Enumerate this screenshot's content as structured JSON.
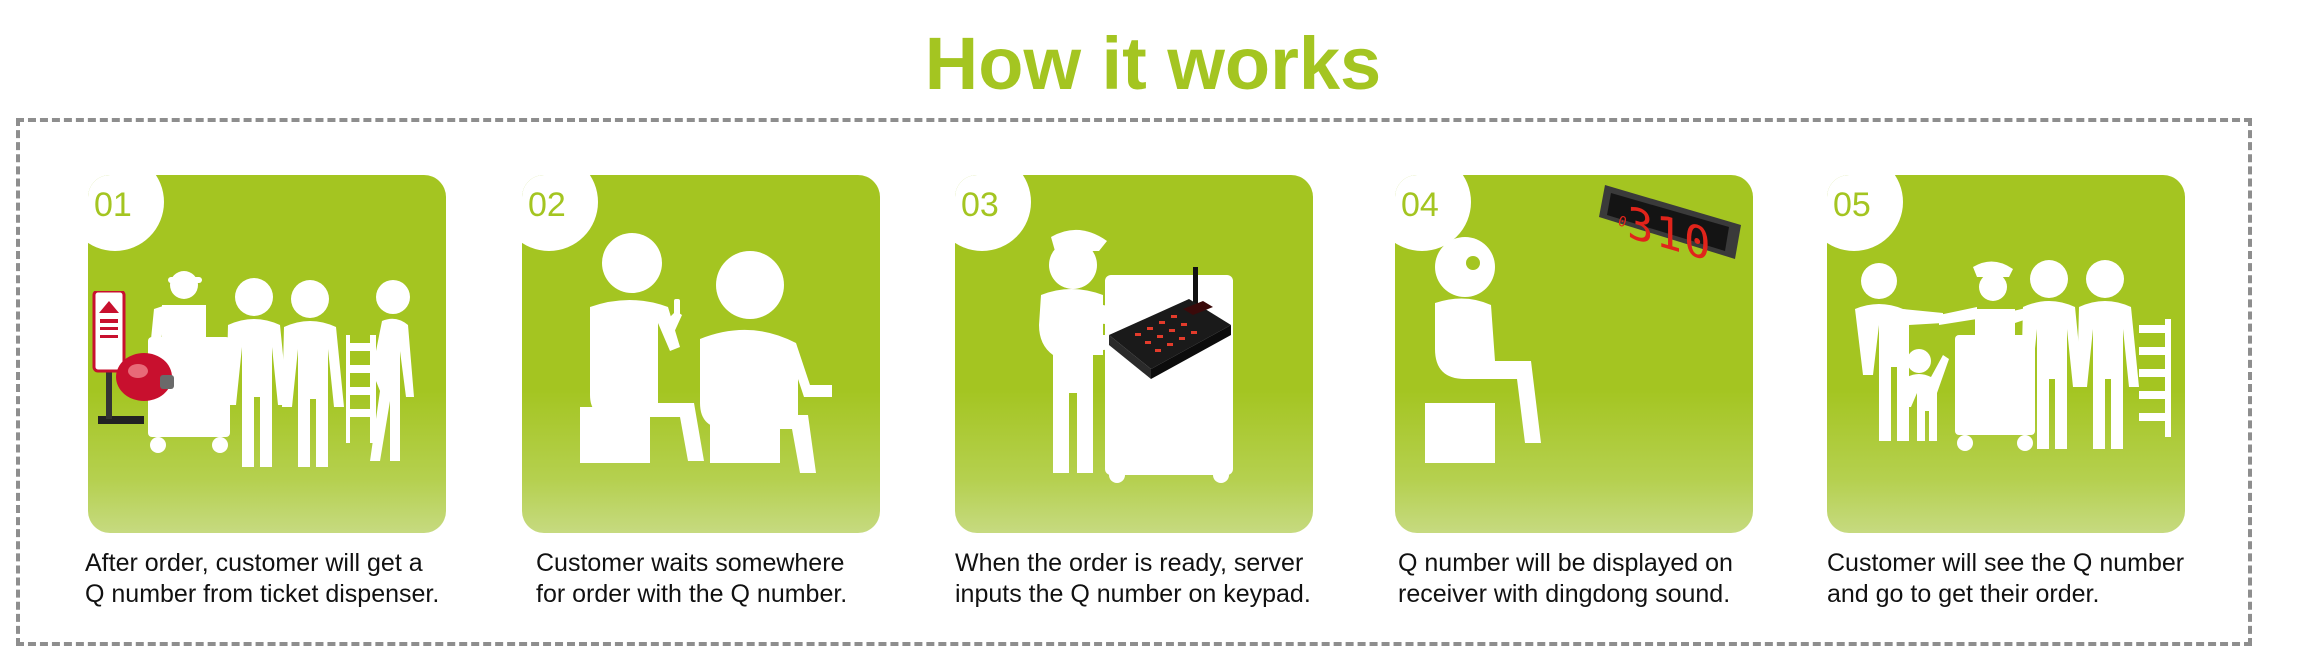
{
  "title": "How it works",
  "steps": [
    {
      "number": "01",
      "line1": "After order, customer will get a",
      "line2": "Q number from ticket dispenser."
    },
    {
      "number": "02",
      "line1": "Customer waits somewhere",
      "line2": "for order with the Q number."
    },
    {
      "number": "03",
      "line1": "When the order is ready, server",
      "line2": "inputs the Q number on keypad."
    },
    {
      "number": "04",
      "line1": "Q number will be displayed on",
      "line2": "receiver with dingdong sound."
    },
    {
      "number": "05",
      "line1": "Customer will see the Q number",
      "line2": "and go to get their order."
    }
  ],
  "display": {
    "digits": "310",
    "small_digit": "0"
  },
  "colors": {
    "accent": "#a4c521",
    "frame": "#8e8e8e",
    "dispenser": "#c8102e",
    "display_digits": "#e0241b"
  },
  "icons": [
    "ticket-dispenser-icon",
    "queue-people-icon",
    "seated-people-icon",
    "server-icon",
    "keypad-transmitter-icon",
    "seated-person-icon",
    "display-receiver-icon",
    "pickup-people-icon"
  ]
}
